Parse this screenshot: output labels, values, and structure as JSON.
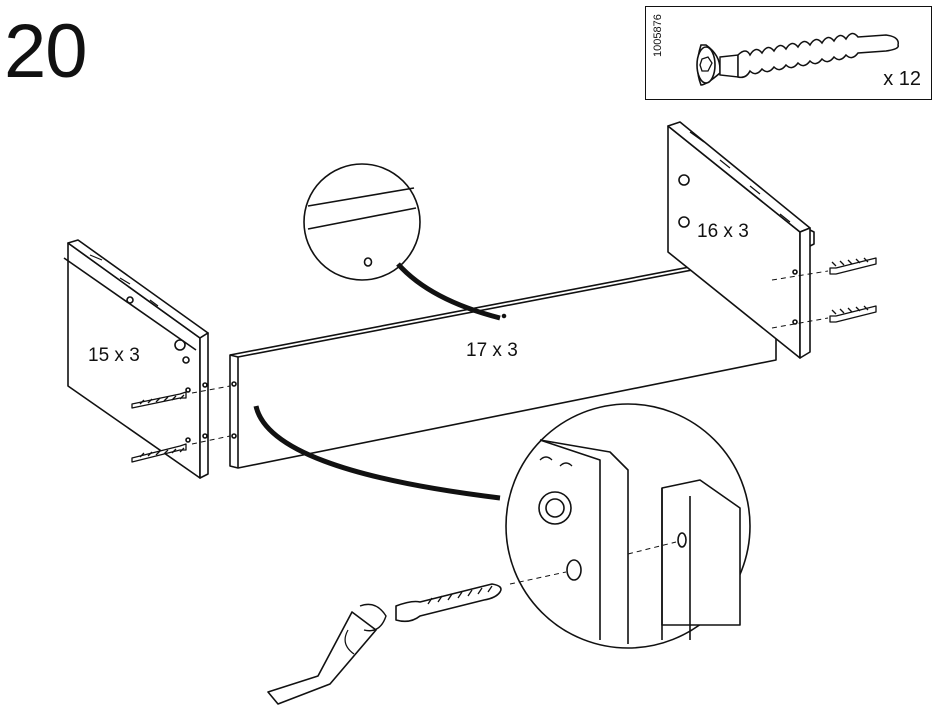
{
  "step": {
    "number": "20"
  },
  "parts": [
    {
      "part_id": "1005876",
      "quantity": "x 12",
      "icon": "long-screw-icon"
    }
  ],
  "panels": {
    "left_side": {
      "label": "15 x 3"
    },
    "front_rail": {
      "label": "17 x 3"
    },
    "right_side": {
      "label": "16 x 3"
    }
  },
  "details": {
    "hole_magnifier": {
      "icon": "pilot-hole-detail"
    },
    "cam_connector_magnifier": {
      "icon": "screw-into-cam-detail"
    },
    "tool": {
      "icon": "hex-key-icon"
    }
  }
}
